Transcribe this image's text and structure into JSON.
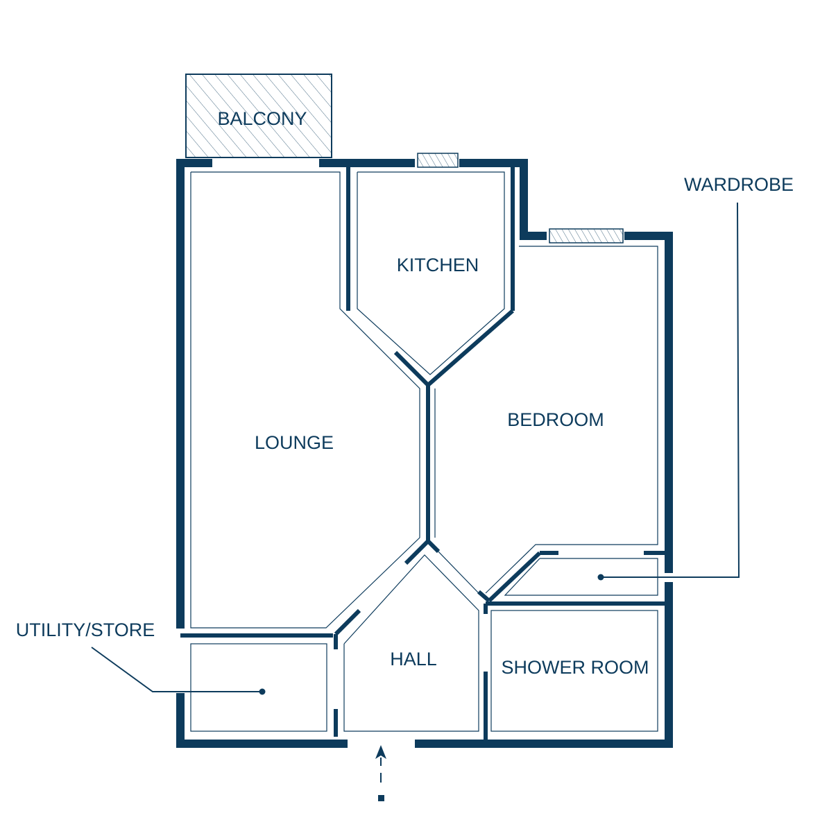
{
  "plan": {
    "colors": {
      "wall": "#0d3b5c",
      "thin_line": "#0d3b5c",
      "hatch": "#0d3b5c",
      "background": "#ffffff"
    },
    "rooms": {
      "balcony": "BALCONY",
      "kitchen": "KITCHEN",
      "lounge": "LOUNGE",
      "bedroom": "BEDROOM",
      "hall": "HALL",
      "shower_room": "SHOWER ROOM"
    },
    "callouts": {
      "wardrobe": "WARDROBE",
      "utility_store": "UTILITY/STORE"
    },
    "icons": {
      "entrance": "entrance-arrow-icon"
    }
  }
}
